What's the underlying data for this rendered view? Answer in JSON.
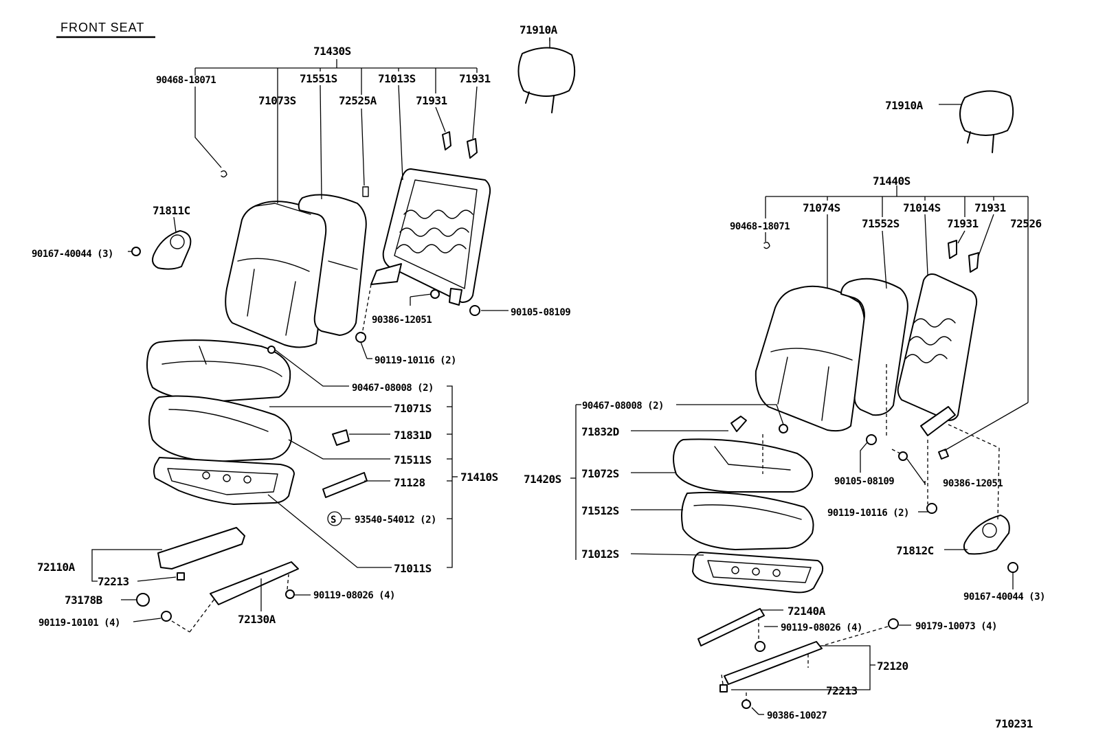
{
  "header": {
    "title": "FRONT SEAT"
  },
  "diagram_id": "710231",
  "parts": {
    "l_71910A": "71910A",
    "l_71430S": "71430S",
    "l_90468_18071": "90468-18071",
    "l_71551S": "71551S",
    "l_71013S": "71013S",
    "l_71931a": "71931",
    "l_71073S": "71073S",
    "l_72525A": "72525A",
    "l_71931b": "71931",
    "l_71811C": "71811C",
    "l_90167_40044": "90167-40044 (3)",
    "l_90386_12051": "90386-12051",
    "l_90105_08109": "90105-08109",
    "l_90119_10116": "90119-10116 (2)",
    "l_90467_08008": "90467-08008 (2)",
    "l_71071S": "71071S",
    "l_71831D": "71831D",
    "l_71511S": "71511S",
    "l_71128": "71128",
    "l_71410S": "71410S",
    "l_S_symbol": "S",
    "l_93540_54012": "93540-54012 (2)",
    "l_71011S": "71011S",
    "l_72110A": "72110A",
    "l_72213": "72213",
    "l_73178B": "73178B",
    "l_90119_10101": "90119-10101 (4)",
    "l_72130A": "72130A",
    "l_90119_08026": "90119-08026 (4)",
    "r_71910A": "71910A",
    "r_71440S": "71440S",
    "r_71074S": "71074S",
    "r_71014S": "71014S",
    "r_71931a": "71931",
    "r_90468_18071": "90468-18071",
    "r_71552S": "71552S",
    "r_71931b": "71931",
    "r_72526": "72526",
    "r_90467_08008": "90467-08008 (2)",
    "r_71832D": "71832D",
    "r_71420S": "71420S",
    "r_71072S": "71072S",
    "r_71512S": "71512S",
    "r_71012S": "71012S",
    "r_90105_08109": "90105-08109",
    "r_90386_12051": "90386-12051",
    "r_90119_10116": "90119-10116 (2)",
    "r_71812C": "71812C",
    "r_90167_40044": "90167-40044 (3)",
    "r_72140A": "72140A",
    "r_90119_08026": "90119-08026 (4)",
    "r_90179_10073": "90179-10073 (4)",
    "r_72120": "72120",
    "r_72213": "72213",
    "r_90386_10027": "90386-10027"
  }
}
